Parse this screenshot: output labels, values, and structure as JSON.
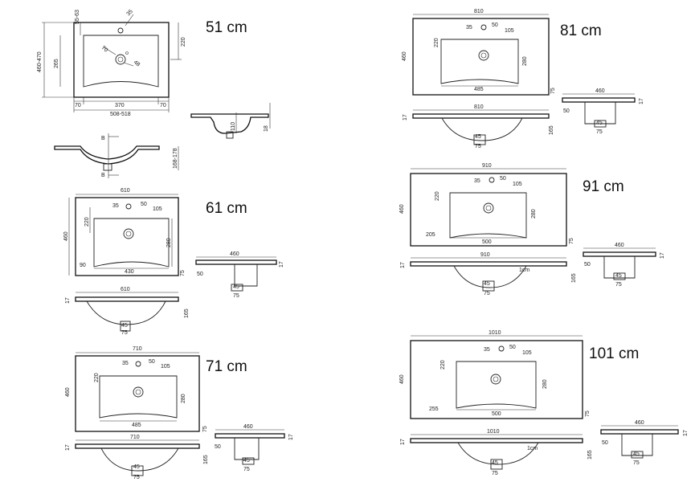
{
  "sizes": {
    "s51": {
      "label": "51 cm"
    },
    "s61": {
      "label": "61 cm"
    },
    "s71": {
      "label": "71 cm"
    },
    "s81": {
      "label": "81 cm"
    },
    "s91": {
      "label": "91 cm"
    },
    "s101": {
      "label": "101 cm"
    }
  },
  "dims51": {
    "height_range": "460-470",
    "bowl_depth": "265",
    "edge_gap": "55-63",
    "hole_tap": "35",
    "drain": "70",
    "overflow": "48",
    "depth220": "220",
    "side_left": "70",
    "bowl_width": "370",
    "side_right": "70",
    "width_range": "508-518",
    "side_height": "110",
    "side_thickness": "18",
    "sec_depth": "168-178",
    "sec_mark_top": "B",
    "sec_mark_bottom": "B"
  },
  "dims61": {
    "width": "610",
    "tap": "35",
    "tap_off": "50",
    "hole_off": "105",
    "depth220": "220",
    "height": "460",
    "bowl_h": "280",
    "left": "90",
    "bowl_w": "430",
    "edge": "75",
    "side_w": "460",
    "side_t": "17",
    "side_50": "50",
    "front_w": "610",
    "front_t": "17",
    "front_h": "165",
    "siphon_45": "45",
    "siphon_75": "75"
  },
  "dims71": {
    "width": "710",
    "tap": "35",
    "tap_off": "50",
    "hole_off": "105",
    "depth220": "220",
    "height": "460",
    "bowl_h": "280",
    "bowl_w": "485",
    "edge": "75",
    "side_w": "460",
    "side_t": "17",
    "side_50": "50",
    "front_w": "710",
    "front_t": "17",
    "front_h": "165",
    "siphon_45": "45",
    "siphon_75": "75"
  },
  "dims81": {
    "width": "810",
    "tap": "35",
    "tap_off": "50",
    "hole_off": "105",
    "depth220": "220",
    "height": "460",
    "bowl_h": "280",
    "bowl_w": "485",
    "edge": "75",
    "side_w": "460",
    "side_t": "17",
    "side_50": "50",
    "front_w": "810",
    "front_t": "17",
    "front_h": "165",
    "siphon_45": "45",
    "siphon_75": "75"
  },
  "dims91": {
    "width": "910",
    "tap": "35",
    "tap_off": "50",
    "hole_off": "105",
    "depth220": "220",
    "height": "460",
    "bowl_h": "280",
    "left": "205",
    "bowl_w": "500",
    "edge": "75",
    "side_w": "460",
    "side_t": "17",
    "side_50": "50",
    "front_w": "910",
    "front_t": "17",
    "front_h": "165",
    "front_note": "1cm",
    "siphon_45": "45",
    "siphon_75": "75"
  },
  "dims101": {
    "width": "1010",
    "tap": "35",
    "tap_off": "50",
    "hole_off": "105",
    "depth220": "220",
    "height": "460",
    "bowl_h": "280",
    "left": "255",
    "bowl_w": "500",
    "edge": "75",
    "side_w": "460",
    "side_t": "17",
    "side_50": "50",
    "front_w": "1010",
    "front_t": "17",
    "front_h": "165",
    "front_note": "1cm",
    "siphon_45": "45",
    "siphon_75": "75"
  }
}
